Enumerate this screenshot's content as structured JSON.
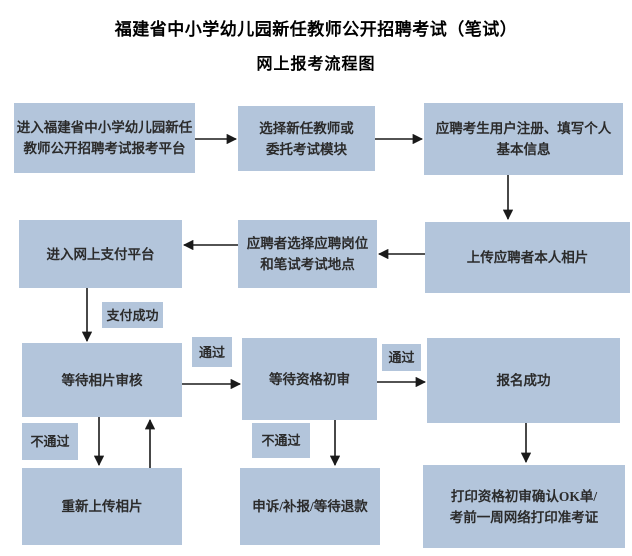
{
  "header": {
    "title_line1": "福建省中小学幼儿园新任教师公开招聘考试（笔试）",
    "title_line2": "网上报考流程图"
  },
  "colors": {
    "bg": "#ffffff",
    "box_fill": "#b3c5db",
    "box_text": "#2b2b2b",
    "arrow": "#1a1a1a",
    "title_text": "#000000"
  },
  "flowchart": {
    "nodes": [
      {
        "id": "n0",
        "text": "进入福建省中小学幼儿园新任\n教师公开招聘考试报考平台"
      },
      {
        "id": "n1",
        "text": "选择新任教师或\n委托考试模块"
      },
      {
        "id": "n2",
        "text": "应聘考生用户注册、填写个人\n基本信息"
      },
      {
        "id": "n3",
        "text": "进入网上支付平台"
      },
      {
        "id": "n4",
        "text": "应聘者选择应聘岗位\n和笔试考试地点"
      },
      {
        "id": "n5",
        "text": "上传应聘者本人相片"
      },
      {
        "id": "n6",
        "text": "等待相片审核"
      },
      {
        "id": "n7",
        "text": "等待资格初审"
      },
      {
        "id": "n8",
        "text": "报名成功"
      },
      {
        "id": "n9",
        "text": "重新上传相片"
      },
      {
        "id": "n10",
        "text": "申诉/补报/等待退款"
      },
      {
        "id": "n11",
        "text": "打印资格初审确认OK单/\n考前一周网络打印准考证"
      }
    ],
    "edge_labels": [
      {
        "id": "l0",
        "text": "支付成功"
      },
      {
        "id": "l1",
        "text": "通过"
      },
      {
        "id": "l2",
        "text": "通过"
      },
      {
        "id": "l3",
        "text": "不通过"
      },
      {
        "id": "l4",
        "text": "不通过"
      }
    ],
    "edges": [
      {
        "from": "n0",
        "to": "n1"
      },
      {
        "from": "n1",
        "to": "n2"
      },
      {
        "from": "n2",
        "to": "n5"
      },
      {
        "from": "n5",
        "to": "n4"
      },
      {
        "from": "n4",
        "to": "n3"
      },
      {
        "from": "n3",
        "to": "n6",
        "label": "支付成功"
      },
      {
        "from": "n6",
        "to": "n7",
        "label": "通过"
      },
      {
        "from": "n7",
        "to": "n8",
        "label": "通过"
      },
      {
        "from": "n6",
        "to": "n9",
        "label": "不通过"
      },
      {
        "from": "n9",
        "to": "n6"
      },
      {
        "from": "n7",
        "to": "n10",
        "label": "不通过"
      },
      {
        "from": "n8",
        "to": "n11"
      }
    ]
  }
}
